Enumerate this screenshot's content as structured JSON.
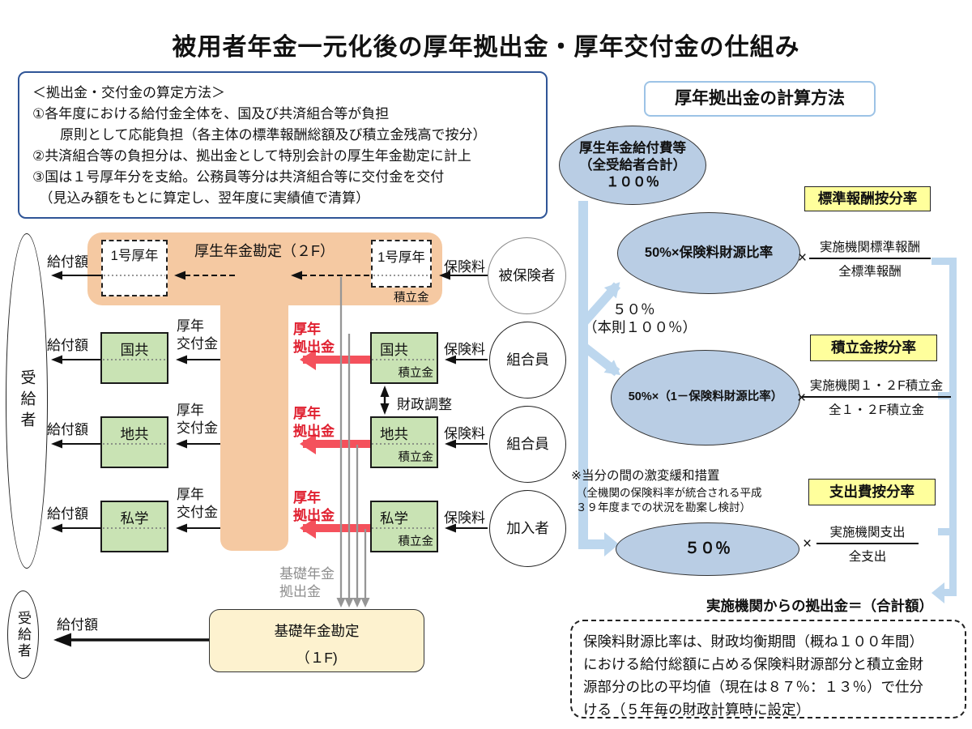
{
  "title": "被用者年金一元化後の厚年拠出金・厚年交付金の仕組み",
  "method_box": {
    "heading": "＜拠出金・交付金の算定方法＞",
    "lines": [
      "①各年度における給付金全体を、国及び共済組合等が負担",
      "　　原則として応能負担（各主体の標準報酬総額及び積立金残高で按分）",
      "②共済組合等の負担分は、拠出金として特別会計の厚生年金勘定に計上",
      "③国は１号厚年分を支給。公務員等分は共済組合等に交付金を交付",
      "　（見込み額をもとに算定し、翌年度に実績値で清算）"
    ]
  },
  "flow": {
    "account2f": "厚生年金勘定（２F）",
    "kounen1_left": "1号厚年",
    "kounen1_right": "1号厚年",
    "reserve_row1": "積立金",
    "recipients": "受給者",
    "recipients_bottom": "受給者",
    "benefit": "給付額",
    "premium": "保険料",
    "insured": "被保険者",
    "grant_line1": "厚年",
    "grant_line2": "交付金",
    "contrib_line1": "厚年",
    "contrib_line2": "拠出金",
    "fiscal_adjustment": "財政調整",
    "rows": [
      {
        "name": "国共",
        "reserve": "積立金",
        "payer": "組合員"
      },
      {
        "name": "地共",
        "reserve": "積立金",
        "payer": "組合員"
      },
      {
        "name": "私学",
        "reserve": "積立金",
        "payer": "加入者"
      }
    ],
    "basic_contrib_line1": "基礎年金",
    "basic_contrib_line2": "拠出金",
    "basic_account_title": "基礎年金勘定",
    "basic_account_floor": "（１F)",
    "benefit_bottom": "給付額"
  },
  "calc": {
    "header": "厚年拠出金の計算方法",
    "total_line1": "厚生年金給付費等",
    "total_line2": "（全受給者合計）",
    "total_line3": "１００％",
    "pct50": "５０％",
    "pct50_note": "（本則１００％）",
    "times": "×",
    "formulas": [
      {
        "label": "標準報酬按分率",
        "ellipse": "50%×保険料財源比率",
        "numerator": "実施機関標準報酬",
        "denominator": "全標準報酬"
      },
      {
        "label": "積立金按分率",
        "ellipse": "50%×（1－保険料財源比率）",
        "numerator": "実施機関１・２F積立金",
        "denominator": "全１・２F積立金"
      },
      {
        "label": "支出費按分率",
        "ellipse": "５０％",
        "numerator": "実施機関支出",
        "denominator": "全支出"
      }
    ],
    "note_line1": "※当分の間の激変緩和措置",
    "note_line2": "（全機関の保険料率が統合される平成",
    "note_line3": "３９年度までの状況を勘案し検討）",
    "sum_line": "実施機関からの拠出金＝（合計額）",
    "footnote_lines": [
      "保険料財源比率は、財政均衡期間（概ね１００年間）",
      "における給付総額に占める保険料財源部分と積立金財",
      "源部分の比の平均値（現在は８７％：１３％）で仕分",
      "ける（５年毎の財政計算時に設定）"
    ]
  },
  "colors": {
    "salmon": "#F5C9A2",
    "green_box": "#C9E3B4",
    "cream": "#FDF2CF",
    "blue_ellipse": "#B9CDE4",
    "pale_blue": "#BDD7EE",
    "yellow": "#FFFF9C",
    "red_arrow": "#F4515C",
    "red_text": "#E02030",
    "gray_line": "#969696",
    "method_border": "#2F5597",
    "header_border": "#9DC3E6"
  }
}
